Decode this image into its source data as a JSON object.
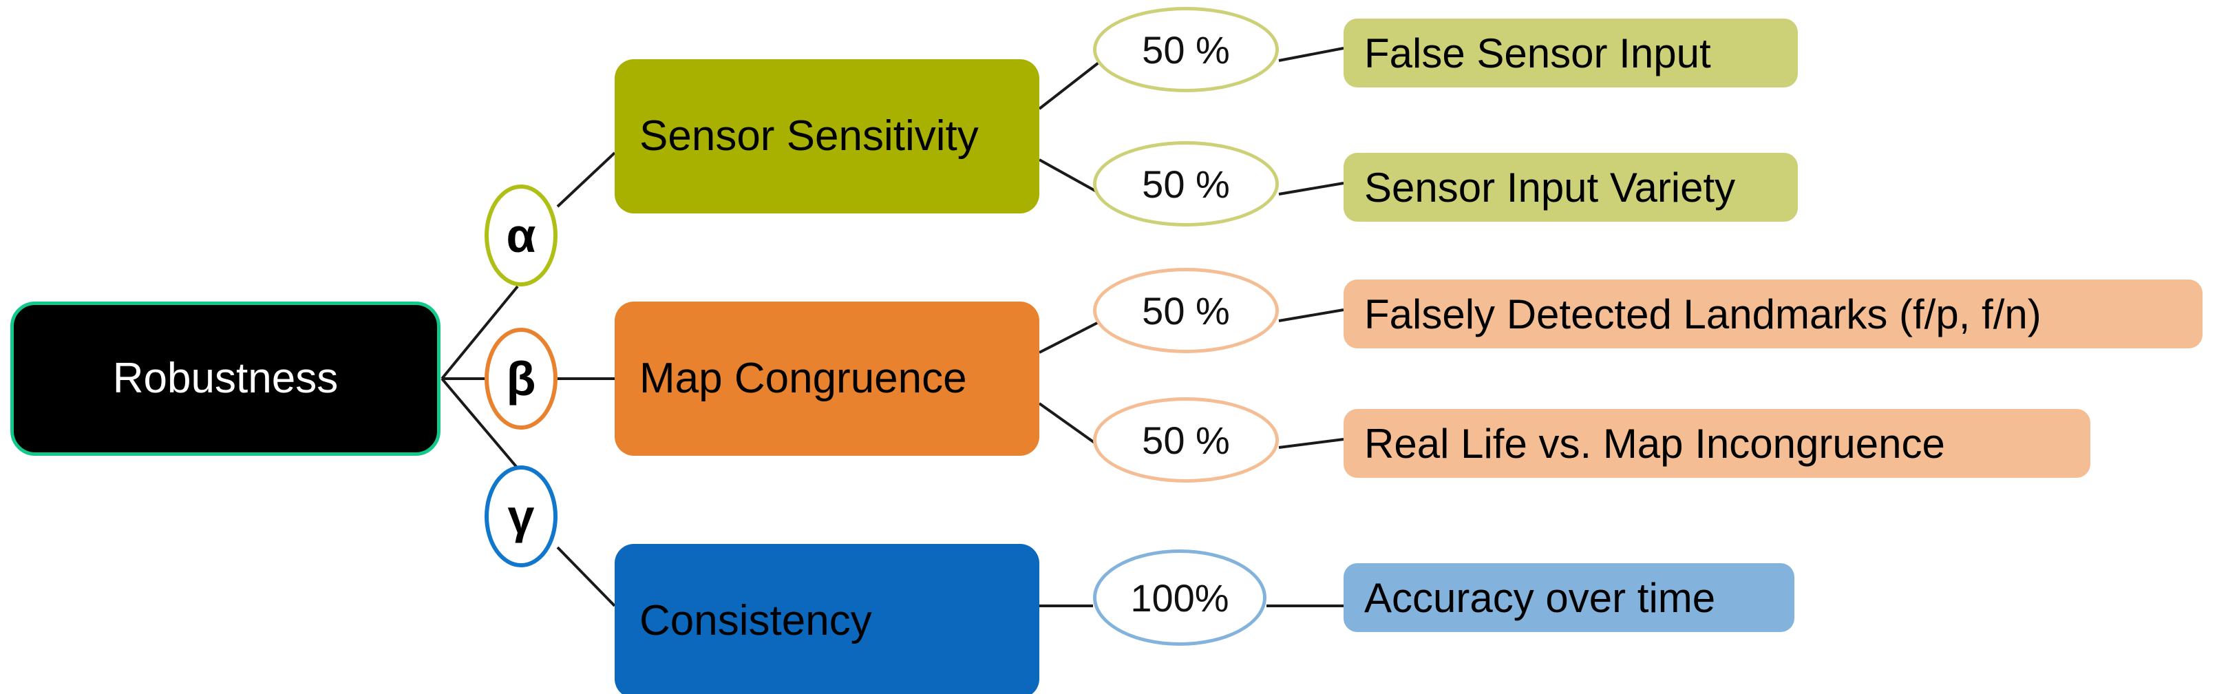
{
  "diagram": {
    "title": "Robustness metric breakdown tree",
    "root": {
      "label": "Robustness",
      "fill": "#000000",
      "border": "#12c98a",
      "text_color": "#ffffff"
    },
    "greek_weights": [
      {
        "symbol": "α",
        "border": "#b0bf16"
      },
      {
        "symbol": "β",
        "border": "#e8822e"
      },
      {
        "symbol": "γ",
        "border": "#1177cc"
      }
    ],
    "branches": [
      {
        "label": "Sensor Sensitivity",
        "fill": "#a8b000"
      },
      {
        "label": "Map Congruence",
        "fill": "#e8822e"
      },
      {
        "label": "Consistency",
        "fill": "#0b68bc"
      }
    ],
    "percentages": [
      {
        "value": "50 %",
        "border": "#ccd177"
      },
      {
        "value": "50 %",
        "border": "#ccd177"
      },
      {
        "value": "50 %",
        "border": "#f4bd93"
      },
      {
        "value": "50 %",
        "border": "#f4bd93"
      },
      {
        "value": "100%",
        "border": "#83b3dd"
      }
    ],
    "leaves": [
      {
        "label": "False Sensor Input",
        "fill": "#ccd177"
      },
      {
        "label": "Sensor Input Variety",
        "fill": "#ccd177"
      },
      {
        "label": "Falsely Detected Landmarks (f/p, f/n)",
        "fill": "#f4bd93"
      },
      {
        "label": "Real Life vs. Map Incongruence",
        "fill": "#f4bd93"
      },
      {
        "label": "Accuracy over time",
        "fill": "#83b3dd"
      }
    ],
    "edge_color": "#1a1a1a"
  }
}
